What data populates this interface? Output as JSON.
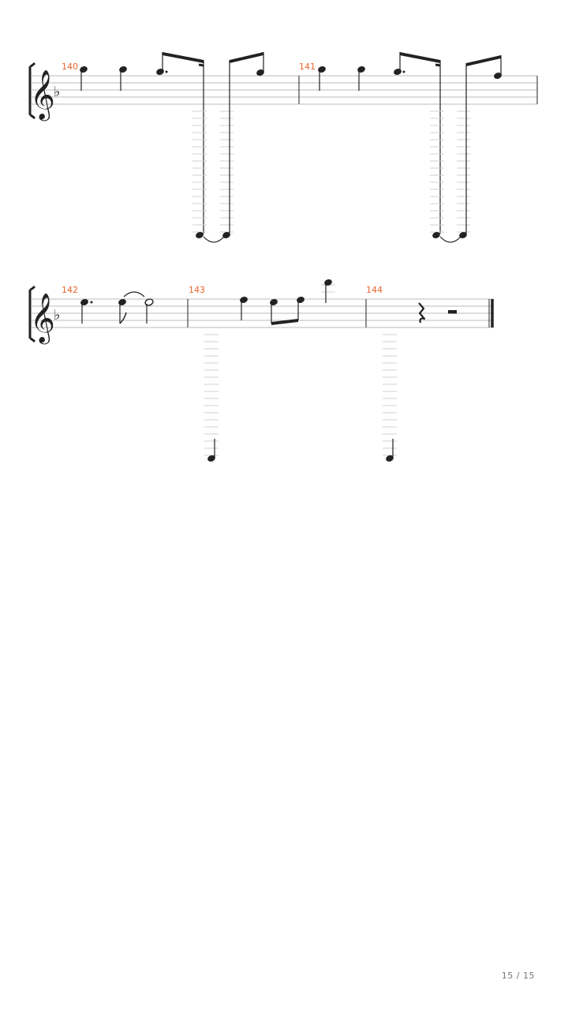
{
  "score": {
    "key_signature": "F major (1 flat)",
    "clef": "treble",
    "colors": {
      "measure_number": "#e8632b",
      "staff_line": "#bbbbbb",
      "ledger_line": "#d0d0d0",
      "notation": "#222222"
    },
    "systems": [
      {
        "measures": [
          {
            "number": "140"
          },
          {
            "number": "141"
          }
        ]
      },
      {
        "measures": [
          {
            "number": "142"
          },
          {
            "number": "143"
          },
          {
            "number": "144"
          }
        ]
      }
    ]
  },
  "pagination": {
    "label": "15 / 15"
  }
}
